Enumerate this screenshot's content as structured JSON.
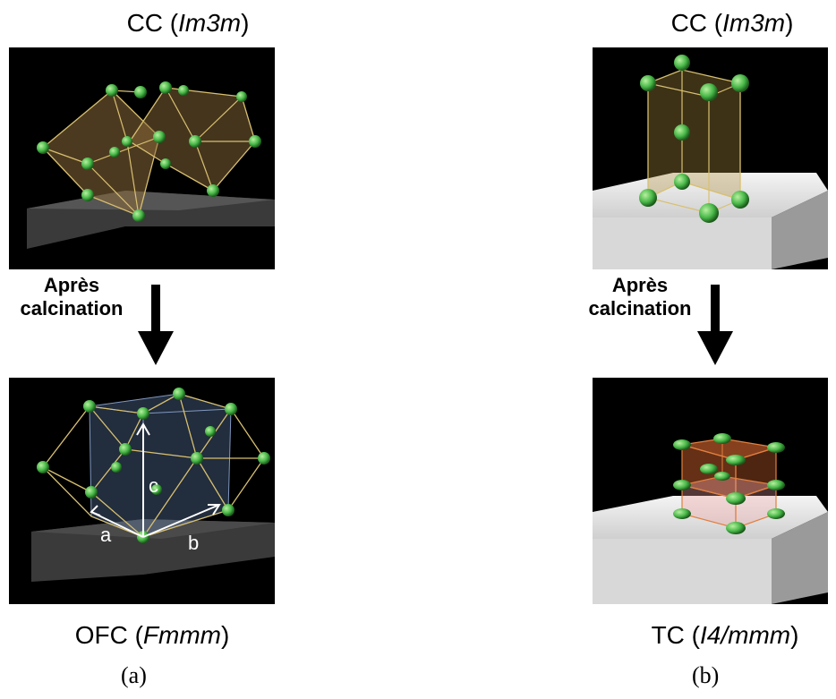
{
  "column_a": {
    "top_caption": {
      "prefix": "CC (",
      "group": "Im3m",
      "suffix": ")"
    },
    "process_label_line1": "Après",
    "process_label_line2": "calcination",
    "bottom_caption": {
      "prefix": "OFC (",
      "group": "Fmmm",
      "suffix": ")"
    },
    "axis_labels": {
      "a": "a",
      "b": "b",
      "c": "c"
    },
    "panel_label": "(a)"
  },
  "column_b": {
    "top_caption": {
      "prefix": "CC (",
      "group": "Im3m",
      "suffix": ")"
    },
    "process_label_line1": "Après",
    "process_label_line2": "calcination",
    "bottom_caption": {
      "prefix": "TC (",
      "group": "I4/mmm",
      "suffix": ")"
    },
    "panel_label": "(b)"
  },
  "colors": {
    "atom": "#48b848",
    "bond": "#d8c070",
    "tetra_fill": "#c8a060",
    "cube_blue": "#6080b0",
    "tc_orange": "#e06a30"
  }
}
